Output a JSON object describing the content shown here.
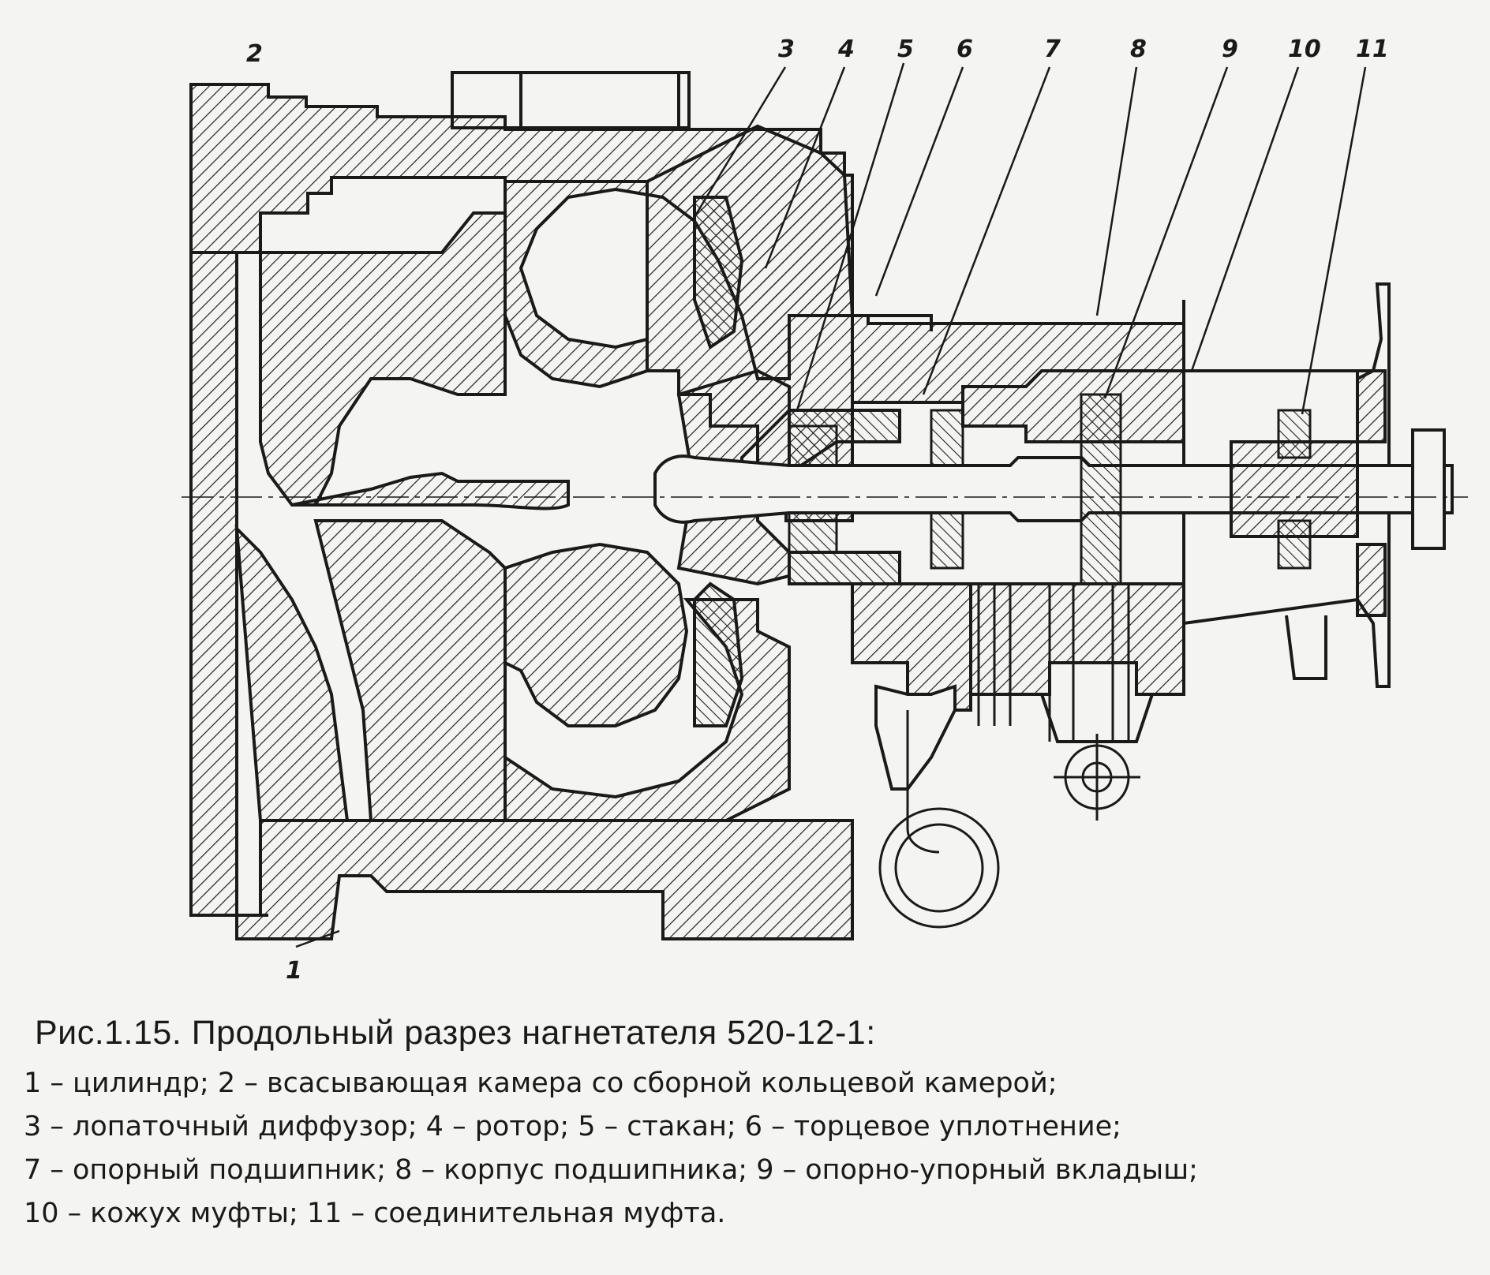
{
  "figure": {
    "callouts": [
      "1",
      "2",
      "3",
      "4",
      "5",
      "6",
      "7",
      "8",
      "9",
      "10",
      "11"
    ],
    "caption_title": "Рис.1.15.  Продольный разрез нагнетателя 520-12-1:",
    "legend_lines": [
      "1 – цилиндр;  2 – всасывающая камера со сборной кольцевой камерой;",
      "3 – лопаточный диффузор;  4 – ротор;  5 – стакан;  6 – торцевое уплотнение;",
      "7 – опорный подшипник;  8 – корпус подшипника;  9 – опорно-упорный вкладыш;",
      "10 – кожух муфты;  11 – соединительная муфта."
    ]
  }
}
